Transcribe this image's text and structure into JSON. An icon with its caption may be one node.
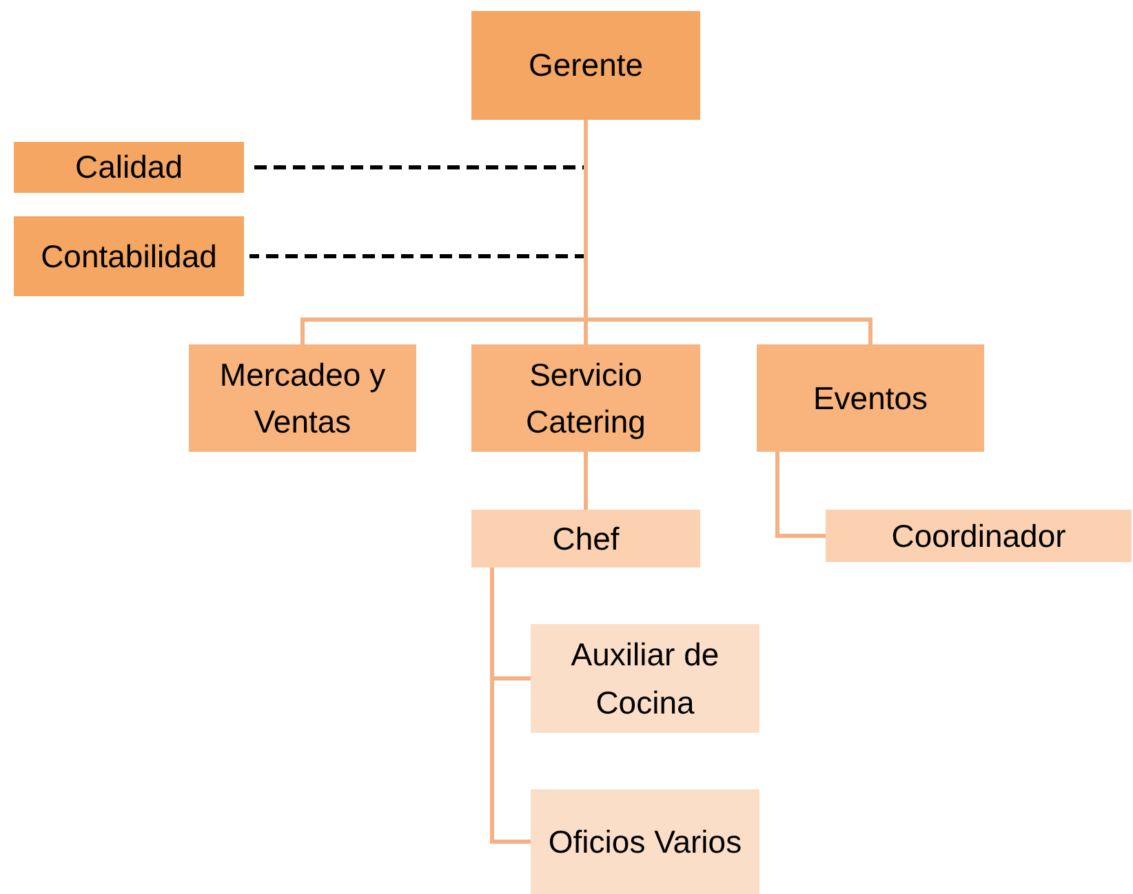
{
  "diagram": {
    "nodes": [
      {
        "text": [
          "Gerente"
        ]
      },
      {
        "text": [
          "Calidad"
        ]
      },
      {
        "text": [
          "Contabilidad"
        ]
      },
      {
        "text": [
          "Mercadeo y Ventas"
        ]
      },
      {
        "text": [
          "Servicio Catering"
        ]
      },
      {
        "text": [
          "Eventos"
        ]
      },
      {
        "text": [
          "Chef"
        ]
      },
      {
        "text": [
          "Coordinador"
        ]
      },
      {
        "text": [
          "Auxiliar de Cocina"
        ]
      },
      {
        "text": [
          "Oficios Varios"
        ]
      }
    ],
    "edges": [
      {
        "from": 0,
        "to": 1,
        "arrow": "none",
        "style": "dashed",
        "color": "#000000"
      },
      {
        "from": 0,
        "to": 2,
        "arrow": "none",
        "style": "dashed",
        "color": "#000000"
      },
      {
        "from": 0,
        "to": 3,
        "arrow": "none"
      },
      {
        "from": 0,
        "to": 4,
        "arrow": "none"
      },
      {
        "from": 0,
        "to": 5,
        "arrow": "none"
      },
      {
        "from": 4,
        "to": 6,
        "arrow": "none"
      },
      {
        "from": 5,
        "to": 7,
        "arrow": "none"
      },
      {
        "from": 6,
        "to": 8,
        "arrow": "none"
      },
      {
        "from": 6,
        "to": 9,
        "arrow": "none"
      }
    ]
  }
}
